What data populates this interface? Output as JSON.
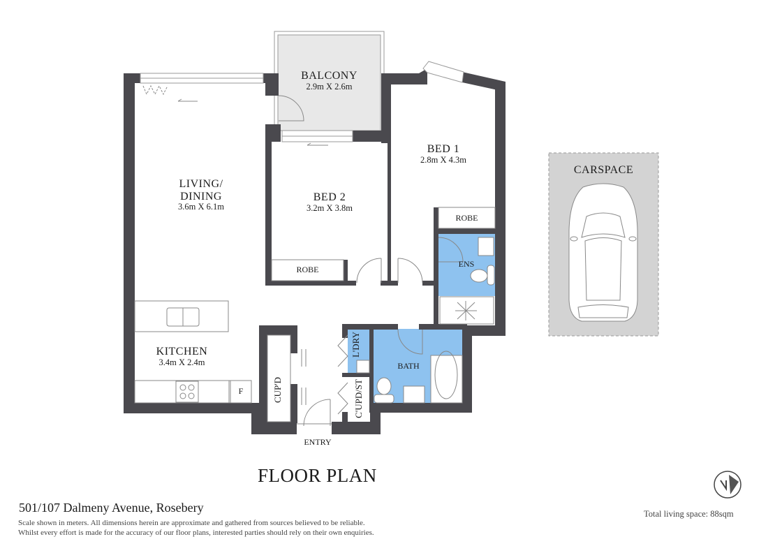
{
  "floorplan": {
    "title": "FLOOR PLAN",
    "address": "501/107 Dalmeny Avenue, Rosebery",
    "disclaimer_line1": "Scale shown in meters. All dimensions herein are approximate and gathered from sources believed to be reliable.",
    "disclaimer_line2": "Whilst every effort is made for the accuracy of our floor plans, interested parties should rely on their own enquiries.",
    "total_living_space": "Total living space: 88sqm",
    "compass_icon": "north-arrow-icon",
    "colors": {
      "wall": "#4a494e",
      "wet_area": "#8ec2ef",
      "balcony": "#e8e8e8",
      "carspace": "#d3d3d3",
      "fixture_line": "#8a8a8a"
    },
    "rooms": {
      "balcony": {
        "name": "BALCONY",
        "dims": "2.9m X 2.6m"
      },
      "living": {
        "name_line1": "LIVING/",
        "name_line2": "DINING",
        "dims": "3.6m X 6.1m"
      },
      "bed1": {
        "name": "BED 1",
        "dims": "2.8m X 4.3m"
      },
      "bed2": {
        "name": "BED 2",
        "dims": "3.2m X 3.8m"
      },
      "kitchen": {
        "name": "KITCHEN",
        "dims": "3.4m X 2.4m"
      },
      "bed1_robe": "ROBE",
      "bed2_robe": "ROBE",
      "ensuite": "ENS",
      "bath": "BATH",
      "laundry": "L'DRY",
      "cupboard_store": "C'UPD/ST",
      "cupboard": "CUP'D",
      "fridge": "F",
      "entry": "ENTRY",
      "carspace": "CARSPACE"
    }
  }
}
